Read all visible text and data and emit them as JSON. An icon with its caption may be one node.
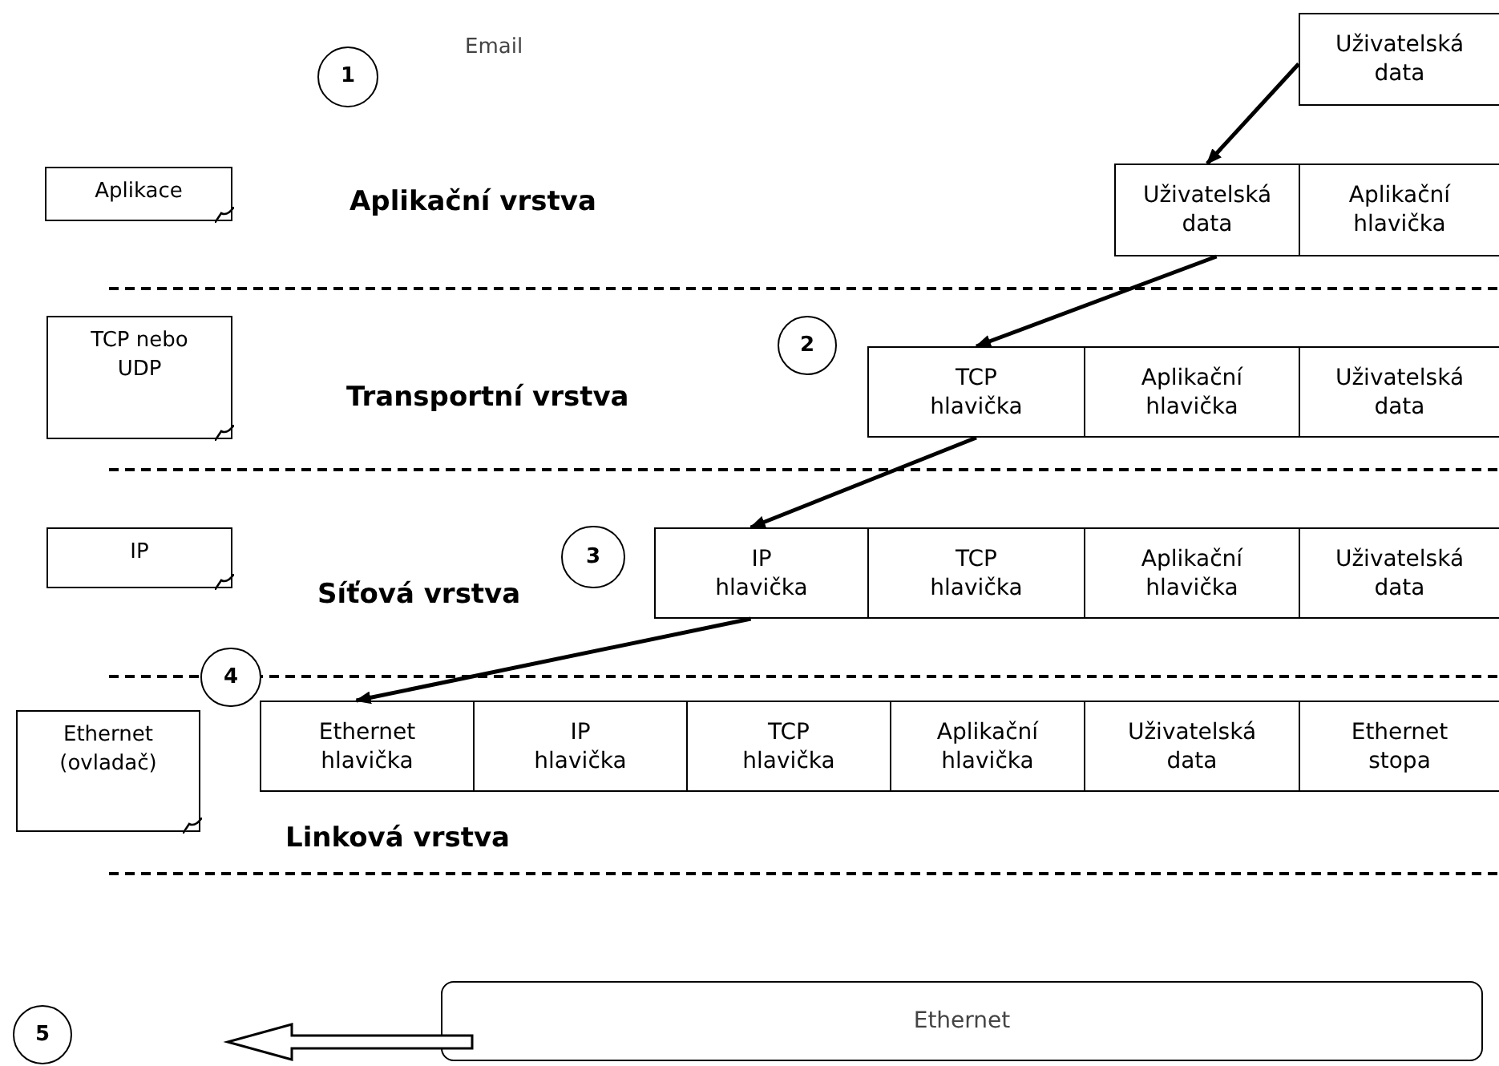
{
  "diagram": {
    "nodes": [
      {
        "text": [
          "1"
        ]
      },
      {
        "text": [
          "Uživatelská data"
        ]
      },
      {
        "text": [
          "Aplikace"
        ]
      },
      {
        "text": [
          "Uživatelská data"
        ]
      },
      {
        "text": [
          "Aplikační hlavička"
        ]
      },
      {
        "text": [
          "TCP nebo UDP"
        ]
      },
      {
        "text": [
          "2"
        ]
      },
      {
        "text": [
          "TCP hlavička"
        ]
      },
      {
        "text": [
          "Aplikační hlavička"
        ]
      },
      {
        "text": [
          "Uživatelská data"
        ]
      },
      {
        "text": [
          "IP"
        ]
      },
      {
        "text": [
          "3"
        ]
      },
      {
        "text": [
          "IP hlavička"
        ]
      },
      {
        "text": [
          "TCP hlavička"
        ]
      },
      {
        "text": [
          "Aplikační hlavička"
        ]
      },
      {
        "text": [
          "Uživatelská data"
        ]
      },
      {
        "text": [
          "4"
        ]
      },
      {
        "text": [
          "Ethernet (ovladač)"
        ]
      },
      {
        "text": [
          "Ethernet hlavička"
        ]
      },
      {
        "text": [
          "IP hlavička"
        ]
      },
      {
        "text": [
          "TCP hlavička"
        ]
      },
      {
        "text": [
          "Aplikační hlavička"
        ]
      },
      {
        "text": [
          "Uživatelská data"
        ]
      },
      {
        "text": [
          "Ethernet stopa"
        ]
      },
      {
        "text": [
          "Ethernet"
        ]
      },
      {
        "text": [
          "5"
        ]
      }
    ],
    "edges": [
      {
        "from": 1,
        "to": 3,
        "arrow": "to"
      },
      {
        "from": 3,
        "to": 7,
        "arrow": "to"
      },
      {
        "from": 7,
        "to": 12,
        "arrow": "to"
      },
      {
        "from": 12,
        "to": 18,
        "arrow": "to"
      },
      {
        "from": 24,
        "to": null,
        "arrow": "to",
        "style": "thick"
      }
    ],
    "labels": [
      "Email",
      "Aplikační vrstva",
      "Transportní vrstva",
      "Síťová vrstva",
      "Linková vrstva"
    ]
  }
}
